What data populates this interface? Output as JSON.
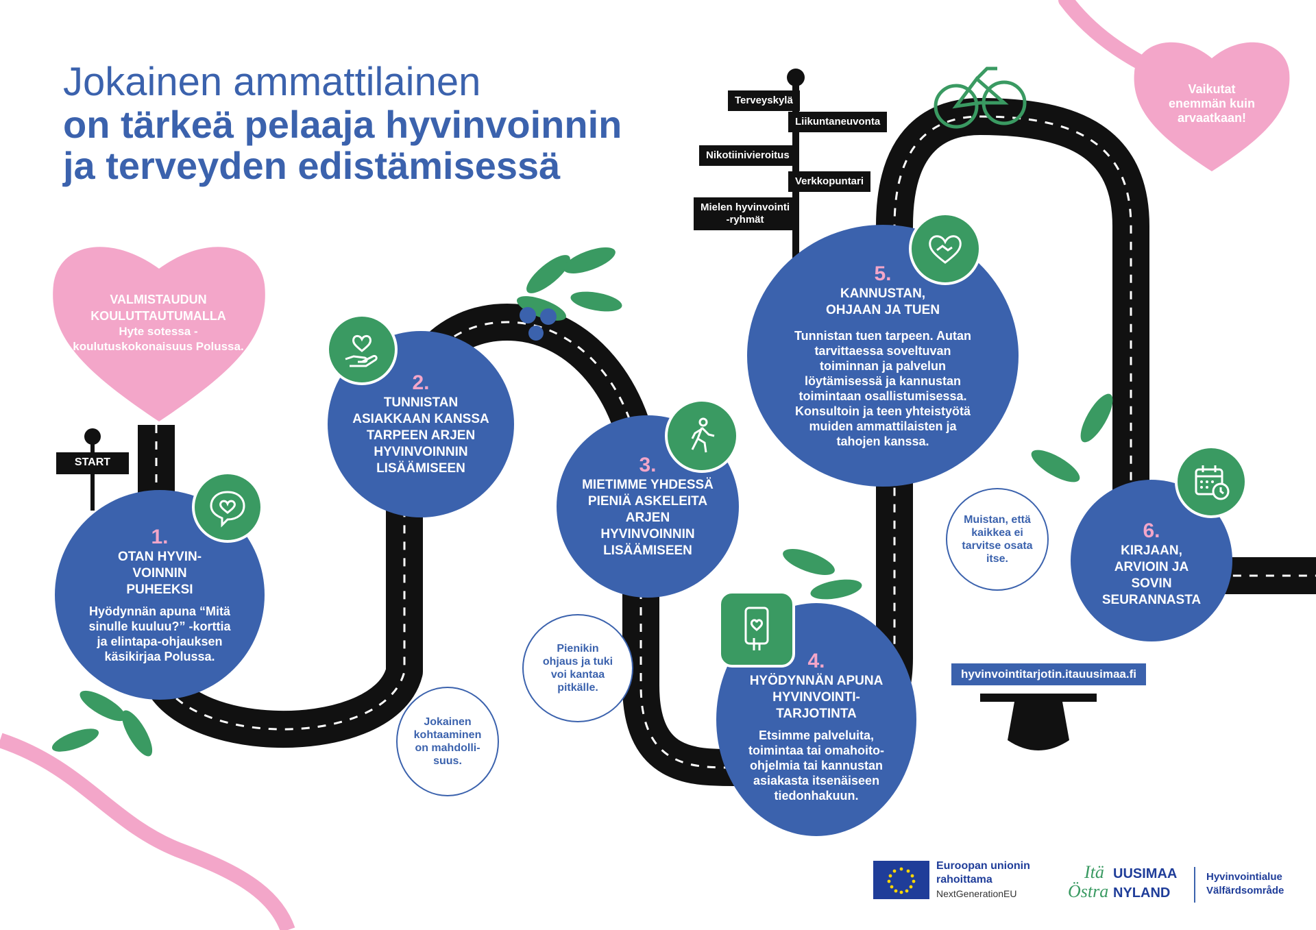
{
  "title": {
    "line1": "Jokainen ammattilainen",
    "line2": "on tärkeä pelaaja hyvinvoinnin",
    "line3": "ja terveyden edistämisessä"
  },
  "start_label": "START",
  "intro_heart": {
    "heading_1": "VALMISTAUDUN",
    "heading_2": "KOULUTTAUTUMALLA",
    "text": "Hyte sotessa -koulutuskokonaisuus Polussa."
  },
  "corner_heart": {
    "text": "Vaikutat enemmän kuin arvaatkaan!"
  },
  "steps": [
    {
      "number": "1.",
      "heading": "OTAN HYVIN-VOINNIN PUHEEKSI",
      "body": "Hyödynnän apuna “Mitä sinulle kuuluu?” -korttia ja elintapa-ohjauksen käsikirjaa Polussa.",
      "icon": "speech-heart-icon"
    },
    {
      "number": "2.",
      "heading": "TUNNISTAN ASIAKKAAN KANSSA TARPEEN ARJEN HYVINVOINNIN LISÄÄMISEEN",
      "body": "",
      "icon": "hand-heart-icon"
    },
    {
      "number": "3.",
      "heading": "MIETIMME YHDESSÄ PIENIÄ ASKELEITA ARJEN HYVINVOINNIN LISÄÄMISEEN",
      "body": "",
      "icon": "walking-person-icon"
    },
    {
      "number": "4.",
      "heading": "HYÖDYNNÄN APUNA HYVINVOINTI-TARJOTINTA",
      "body": "Etsimme palveluita, toimintaa tai omahoito-ohjelmia tai kannustan asiakasta itsenäiseen tiedonhakuun.",
      "icon": "phone-heart-icon"
    },
    {
      "number": "5.",
      "heading": "KANNUSTAN, OHJAAN JA TUEN",
      "body": "Tunnistan tuen tarpeen. Autan tarvittaessa soveltuvan toiminnan ja palvelun löytämisessä ja kannustan toimintaan osallistumisessa. Konsultoin ja teen yhteistyötä muiden ammattilaisten ja tahojen kanssa.",
      "icon": "handshake-heart-icon"
    },
    {
      "number": "6.",
      "heading": "KIRJAAN, ARVIOIN JA SOVIN SEURANNASTA",
      "body": "",
      "icon": "calendar-clock-icon"
    }
  ],
  "bubbles": {
    "b1": "Jokainen kohtaaminen on mahdolli-suus.",
    "b2": "Pienikin ohjaus ja tuki voi kantaa pitkälle.",
    "b3": "Muistan, että kaikkea ei tarvitse osata itse."
  },
  "signpost": {
    "terveyskyla": "Terveyskylä",
    "liikuntaneuvonta": "Liikuntaneuvonta",
    "nikotiini": "Nikotiinivieroitus",
    "verkkopuntari": "Verkkopuntari",
    "mieli_1": "Mielen hyvinvointi",
    "mieli_2": "-ryhmät"
  },
  "url": "hyvinvointitarjotin.itauusimaa.fi",
  "footer": {
    "eu_line1": "Euroopan unionin",
    "eu_line2": "rahoittama",
    "eu_line3": "NextGenerationEU",
    "logo_ita": "Itä",
    "logo_uusimaa": "UUSIMAA",
    "logo_ostra": "Östra",
    "logo_nyland": "NYLAND",
    "region_1": "Hyvinvointialue",
    "region_2": "Välfärdsområde"
  },
  "colors": {
    "blue": "#3b62ad",
    "green": "#3a9a62",
    "pink": "#f3a6c9",
    "road": "#111111"
  }
}
